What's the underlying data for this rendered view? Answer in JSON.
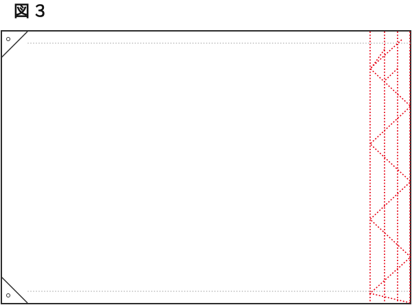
{
  "figure": {
    "label": "図３"
  },
  "colors": {
    "border": "#2b2b2b",
    "guide_line": "#b3b3b3",
    "fold_line": "#e60012",
    "background": "#ffffff"
  },
  "fold_pattern": {
    "vertical_fold_lines": 4,
    "zigzag_segments": 6
  }
}
